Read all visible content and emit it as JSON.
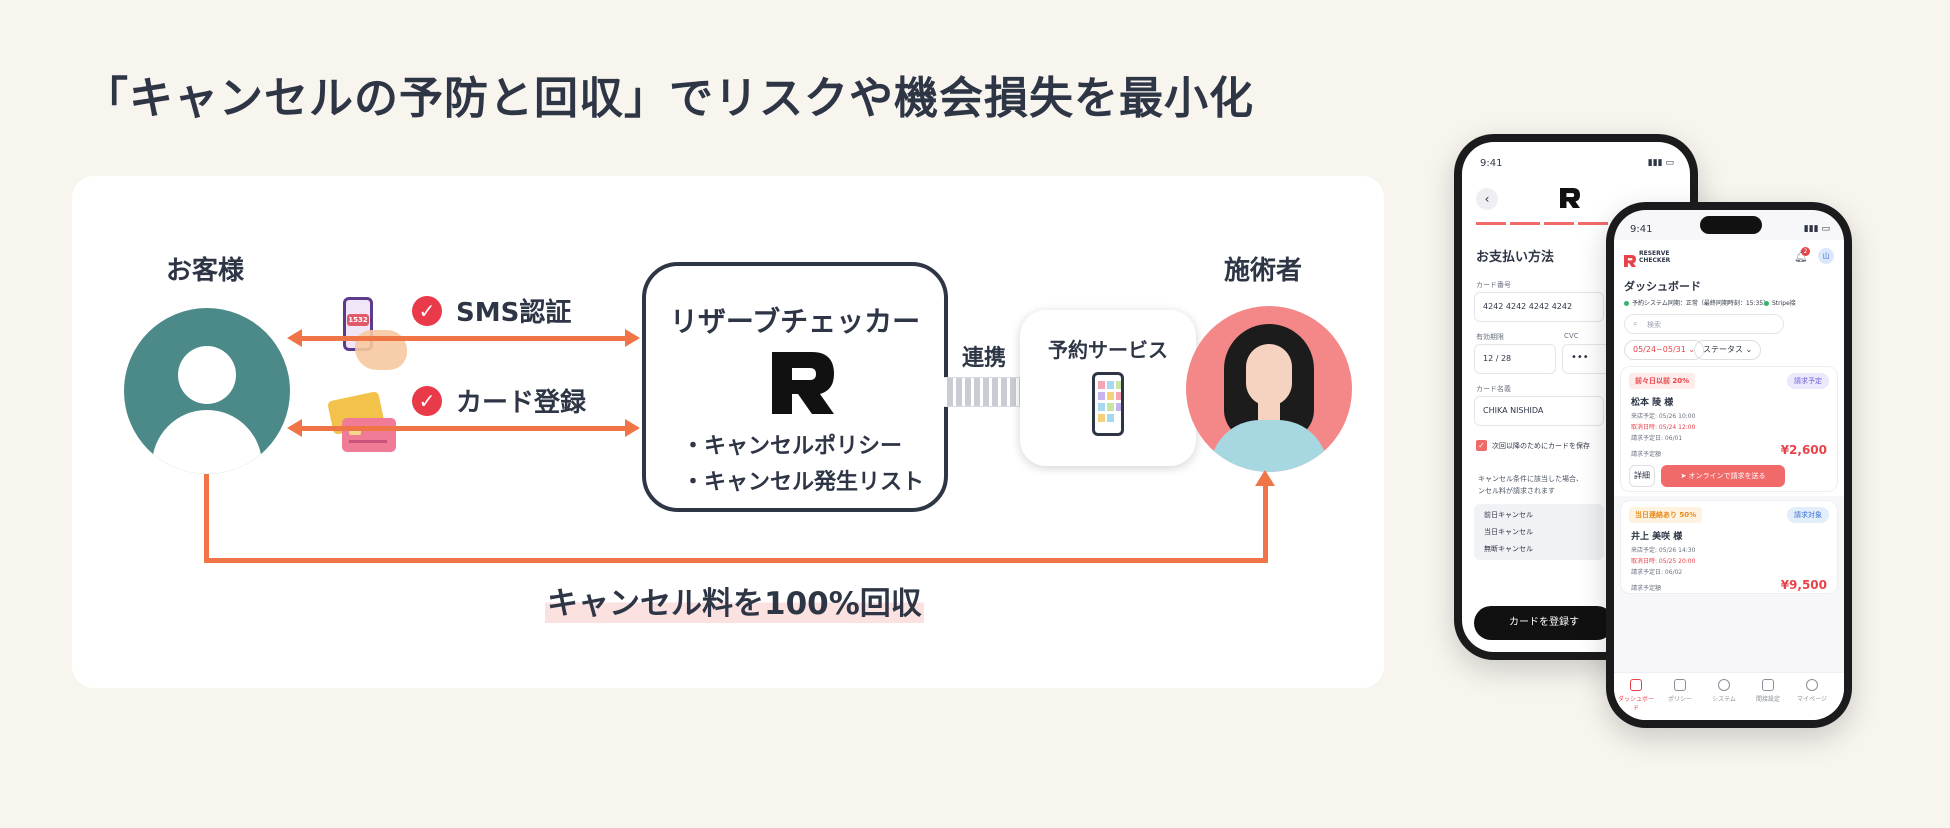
{
  "headline": "「キャンセルの予防と回収」でリスクや機会損失を最小化",
  "diagram": {
    "customer_label": "お客様",
    "provider_label": "施術者",
    "sms_label": "SMS認証",
    "card_label": "カード登録",
    "sms_code": "1532",
    "reserve_checker": {
      "title": "リザーブチェッカー",
      "bullets": [
        "・キャンセルポリシー",
        "・キャンセル発生リスト"
      ]
    },
    "link_label": "連携",
    "service_label": "予約サービス",
    "collect_label": "キャンセル料を100%回収"
  },
  "colors": {
    "accent_orange": "#ef7446",
    "customer_avatar": "#4b8a88",
    "provider_avatar": "#f48788",
    "check_red": "#e83a48"
  },
  "phone_payment": {
    "time": "9:41",
    "title": "お支払い方法",
    "card_number_label": "カード番号",
    "card_number": "4242 4242 4242 4242",
    "expiry_label": "有効期限",
    "expiry": "12 / 28",
    "cvc_label": "CVC",
    "cvc_value": "•••",
    "name_label": "カード名義",
    "name": "CHIKA NISHIDA",
    "save_checkbox": "次回以降のためにカードを保存",
    "notice": [
      "キャンセル条件に該当した場合、",
      "ンセル料が請求されます"
    ],
    "cancel_items": [
      "前日キャンセル",
      "当日キャンセル",
      "無断キャンセル"
    ],
    "register_button": "カードを登録す"
  },
  "phone_dashboard": {
    "time": "9:41",
    "brand": [
      "RESERVE",
      "CHECKER"
    ],
    "notification_count": "2",
    "user_initial": "山",
    "title": "ダッシュボード",
    "sync_status": "予約システム同期：正常（最終同期時刻：15:35）",
    "stripe_status": "Stripe接",
    "search_placeholder": "検索",
    "date_filter": "05/24~05/31",
    "status_filter": "ステータス",
    "cards": [
      {
        "tag": "前々日以前 20%",
        "badge": "請求予定",
        "name": "松本 陵 様",
        "visit": "来店予定: 05/26 10:00",
        "cancel": "取消日時: 05/24 12:00",
        "billing": "請求予定日: 06/01",
        "amount_label": "請求予定額",
        "amount": "¥2,600",
        "detail_button": "詳細",
        "send_button": "オンラインで請求を送る"
      },
      {
        "tag": "当日連絡あり 50%",
        "badge": "請求対象",
        "name": "井上 美咲 様",
        "visit": "来店予定: 05/26 14:30",
        "cancel": "取消日時: 05/25 20:00",
        "billing": "請求予定日: 06/02",
        "amount_label": "請求予定額",
        "amount": "¥9,500"
      }
    ],
    "tabs": [
      "ダッシュボード",
      "ポリシー",
      "システム",
      "間接設定",
      "マイページ"
    ]
  }
}
